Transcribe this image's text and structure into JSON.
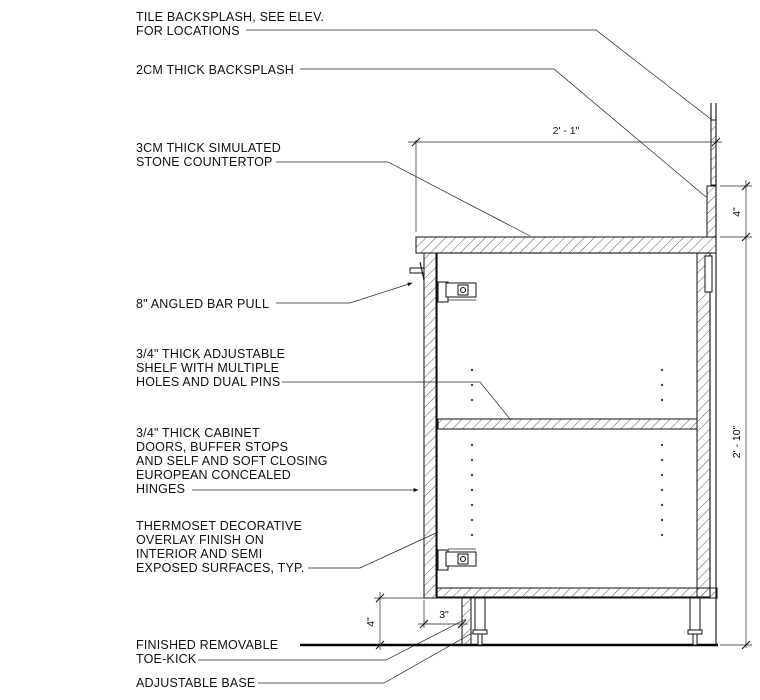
{
  "callouts": {
    "tile_backsplash": [
      "TILE BACKSPLASH, SEE ELEV.",
      "FOR LOCATIONS"
    ],
    "backsplash_2cm": [
      "2CM THICK BACKSPLASH"
    ],
    "countertop": [
      "3CM THICK SIMULATED",
      "STONE COUNTERTOP"
    ],
    "bar_pull": [
      "8\" ANGLED BAR PULL"
    ],
    "shelf": [
      "3/4\" THICK ADJUSTABLE",
      "SHELF WITH MULTIPLE",
      "HOLES AND DUAL PINS"
    ],
    "doors": [
      "3/4\" THICK CABINET",
      "DOORS, BUFFER STOPS",
      "AND SELF AND SOFT CLOSING",
      "EUROPEAN CONCEALED",
      "HINGES"
    ],
    "finish": [
      "THERMOSET DECORATIVE",
      "OVERLAY FINISH ON",
      "INTERIOR AND SEMI",
      "EXPOSED SURFACES, TYP."
    ],
    "toe_kick": [
      "FINISHED REMOVABLE",
      "TOE-KICK"
    ],
    "adjustable_base": [
      "ADJUSTABLE BASE"
    ]
  },
  "dimensions": {
    "depth": "2' - 1\"",
    "backsplash_height": "4\"",
    "cabinet_height": "2' - 10\"",
    "toe_kick_height": "4\"",
    "toe_kick_setback": "3\""
  }
}
